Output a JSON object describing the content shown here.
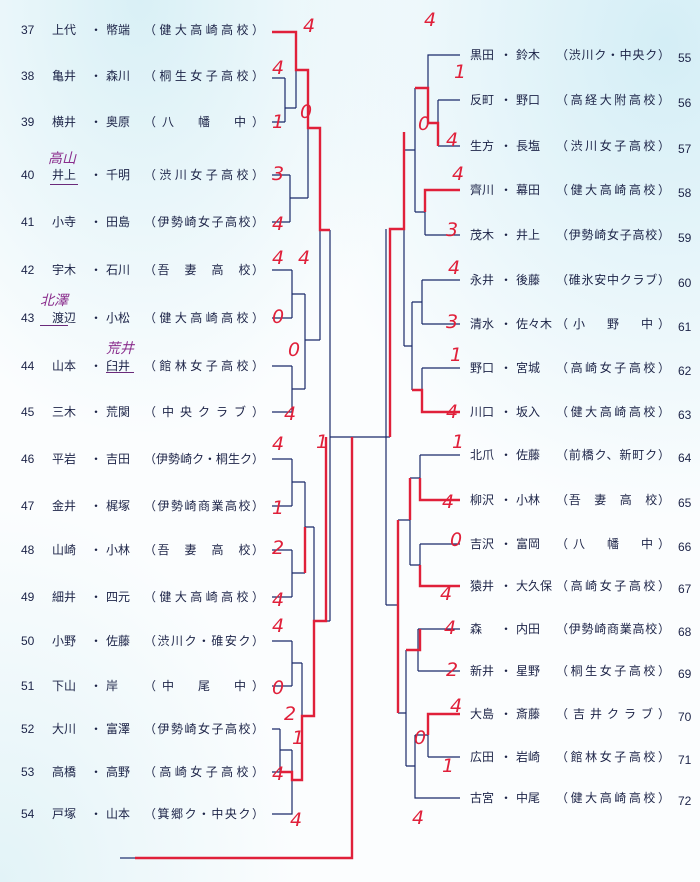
{
  "left_entries": [
    {
      "no": "37",
      "name1": "上代",
      "name2": "幣端",
      "school": "（健大高崎高校）"
    },
    {
      "no": "38",
      "name1": "亀井",
      "name2": "森川",
      "school": "（桐生女子高校）"
    },
    {
      "no": "39",
      "name1": "横井",
      "name2": "奥原",
      "school": "（八　幡　中）"
    },
    {
      "no": "40",
      "name1": "井上",
      "name2": "千明",
      "school": "（渋川女子高校）"
    },
    {
      "no": "41",
      "name1": "小寺",
      "name2": "田島",
      "school": "（伊勢崎女子高校）"
    },
    {
      "no": "42",
      "name1": "宇木",
      "name2": "石川",
      "school": "（吾　妻　高　校）"
    },
    {
      "no": "43",
      "name1": "渡辺",
      "name2": "小松",
      "school": "（健大高崎高校）"
    },
    {
      "no": "44",
      "name1": "山本",
      "name2": "臼井",
      "school": "（館林女子高校）"
    },
    {
      "no": "45",
      "name1": "三木",
      "name2": "荒関",
      "school": "（中央クラブ）"
    },
    {
      "no": "46",
      "name1": "平岩",
      "name2": "吉田",
      "school": "（伊勢崎ク・桐生ク）"
    },
    {
      "no": "47",
      "name1": "金井",
      "name2": "梶塚",
      "school": "（伊勢崎商業高校）"
    },
    {
      "no": "48",
      "name1": "山崎",
      "name2": "小林",
      "school": "（吾　妻　高　校）"
    },
    {
      "no": "49",
      "name1": "細井",
      "name2": "四元",
      "school": "（健大高崎高校）"
    },
    {
      "no": "50",
      "name1": "小野",
      "name2": "佐藤",
      "school": "（渋川ク・碓安ク）"
    },
    {
      "no": "51",
      "name1": "下山",
      "name2": "岸",
      "school": "（中　尾　中）"
    },
    {
      "no": "52",
      "name1": "大川",
      "name2": "富澤",
      "school": "（伊勢崎女子高校）"
    },
    {
      "no": "53",
      "name1": "高橋",
      "name2": "高野",
      "school": "（高崎女子高校）"
    },
    {
      "no": "54",
      "name1": "戸塚",
      "name2": "山本",
      "school": "（箕郷ク・中央ク）"
    }
  ],
  "right_entries": [
    {
      "no": "55",
      "name1": "黒田",
      "name2": "鈴木",
      "school": "（渋川ク・中央ク）"
    },
    {
      "no": "56",
      "name1": "反町",
      "name2": "野口",
      "school": "（高経大附高校）"
    },
    {
      "no": "57",
      "name1": "生方",
      "name2": "長塩",
      "school": "（渋川女子高校）"
    },
    {
      "no": "58",
      "name1": "齊川",
      "name2": "幕田",
      "school": "（健大高崎高校）"
    },
    {
      "no": "59",
      "name1": "茂木",
      "name2": "井上",
      "school": "（伊勢崎女子高校）"
    },
    {
      "no": "60",
      "name1": "永井",
      "name2": "後藤",
      "school": "（碓氷安中クラブ）"
    },
    {
      "no": "61",
      "name1": "清水",
      "name2": "佐々木",
      "school": "（小　野　中）"
    },
    {
      "no": "62",
      "name1": "野口",
      "name2": "宮城",
      "school": "（高崎女子高校）"
    },
    {
      "no": "63",
      "name1": "川口",
      "name2": "坂入",
      "school": "（健大高崎高校）"
    },
    {
      "no": "64",
      "name1": "北爪",
      "name2": "佐藤",
      "school": "（前橋ク、新町ク）"
    },
    {
      "no": "65",
      "name1": "柳沢",
      "name2": "小林",
      "school": "（吾　妻　高　校）"
    },
    {
      "no": "66",
      "name1": "吉沢",
      "name2": "富岡",
      "school": "（八　幡　中）"
    },
    {
      "no": "67",
      "name1": "猿井",
      "name2": "大久保",
      "school": "（高崎女子高校）"
    },
    {
      "no": "68",
      "name1": "森",
      "name2": "内田",
      "school": "（伊勢崎商業高校）"
    },
    {
      "no": "69",
      "name1": "新井",
      "name2": "星野",
      "school": "（桐生女子高校）"
    },
    {
      "no": "70",
      "name1": "大島",
      "name2": "斎藤",
      "school": "（吉井クラブ）"
    },
    {
      "no": "71",
      "name1": "広田",
      "name2": "岩崎",
      "school": "（館林女子高校）"
    },
    {
      "no": "72",
      "name1": "古宮",
      "name2": "中尾",
      "school": "（健大高崎高校）"
    }
  ],
  "annotations": [
    {
      "text": "高山",
      "replaces": "井上"
    },
    {
      "text": "北澤",
      "replaces": "渡辺"
    },
    {
      "text": "荒井",
      "replaces": "臼井"
    }
  ],
  "scores": [
    {
      "value": "4"
    },
    {
      "value": "4"
    },
    {
      "value": "1"
    },
    {
      "value": "0"
    },
    {
      "value": "3"
    },
    {
      "value": "4"
    },
    {
      "value": "4"
    },
    {
      "value": "4"
    },
    {
      "value": "0"
    },
    {
      "value": "0"
    },
    {
      "value": "4"
    },
    {
      "value": "4"
    },
    {
      "value": "1"
    },
    {
      "value": "1"
    },
    {
      "value": "2"
    },
    {
      "value": "4"
    },
    {
      "value": "4"
    },
    {
      "value": "0"
    },
    {
      "value": "2"
    },
    {
      "value": "1"
    },
    {
      "value": "4"
    },
    {
      "value": "4"
    },
    {
      "value": "4"
    },
    {
      "value": "1"
    },
    {
      "value": "4"
    },
    {
      "value": "0"
    },
    {
      "value": "4"
    },
    {
      "value": "3"
    },
    {
      "value": "4"
    },
    {
      "value": "3"
    },
    {
      "value": "1"
    },
    {
      "value": "4"
    },
    {
      "value": "1"
    },
    {
      "value": "4"
    },
    {
      "value": "0"
    },
    {
      "value": "4"
    },
    {
      "value": "4"
    },
    {
      "value": "2"
    },
    {
      "value": "4"
    },
    {
      "value": "0"
    },
    {
      "value": "1"
    },
    {
      "value": "4"
    }
  ],
  "colors": {
    "ink": "#1c2347",
    "bracket": "#1a2a6a",
    "pen_red": "#e0203a",
    "pen_purple": "#8a2d8c"
  }
}
